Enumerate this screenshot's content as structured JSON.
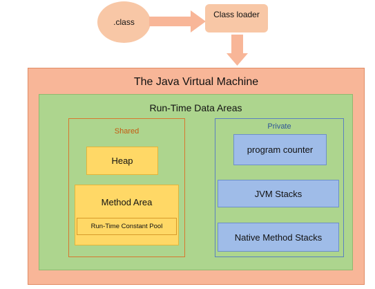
{
  "flow": {
    "class_label": ".class",
    "loader_label": "Class loader"
  },
  "jvm": {
    "title": "The Java Virtual Machine",
    "runtime_title": "Run-Time Data Areas",
    "shared": {
      "label": "Shared",
      "heap": "Heap",
      "method_area": "Method Area",
      "constant_pool": "Run-Time Constant Pool"
    },
    "private": {
      "label": "Private",
      "program_counter": "program counter",
      "jvm_stacks": "JVM Stacks",
      "native_stacks": "Native Method Stacks"
    }
  },
  "colors": {
    "orange_fill": "#f8c7a6",
    "jvm_fill": "#f8b698",
    "green_fill": "#add58e",
    "yellow_fill": "#ffd866",
    "blue_fill": "#9fbce8",
    "shared_text": "#c55a11",
    "private_text": "#2e5597"
  }
}
